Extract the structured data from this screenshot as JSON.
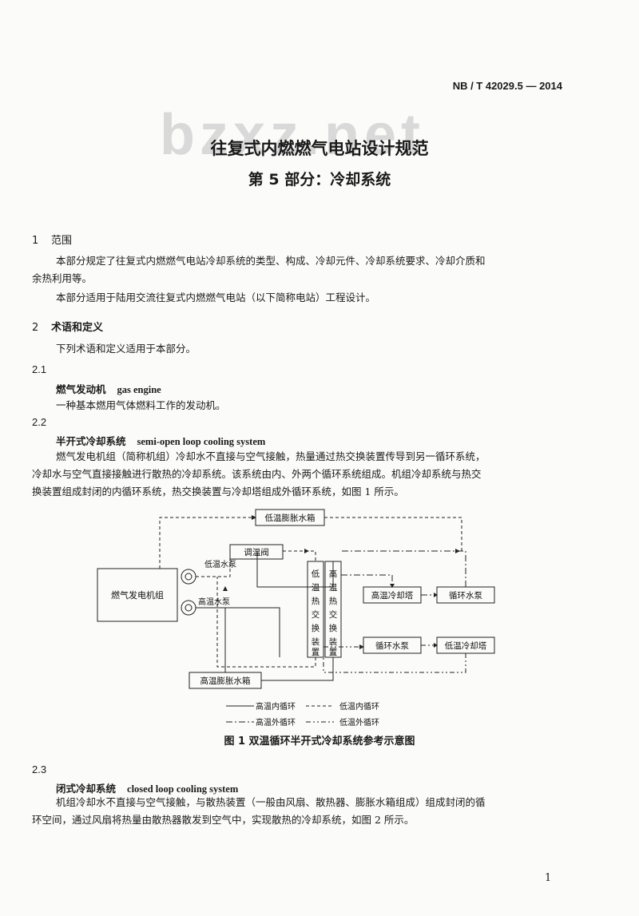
{
  "header": {
    "standard_number": "NB / T 42029.5 — 2014"
  },
  "watermark": "bzxz.net",
  "title": {
    "main": "往复式内燃燃气电站设计规范",
    "sub": "第 5 部分：冷却系统"
  },
  "sections": {
    "s1": {
      "num": "1",
      "heading": "范围",
      "p1_line1": "本部分规定了往复式内燃燃气电站冷却系统的类型、构成、冷却元件、冷却系统要求、冷却介质和",
      "p1_line2": "余热利用等。",
      "p2": "本部分适用于陆用交流往复式内燃燃气电站（以下简称电站）工程设计。"
    },
    "s2": {
      "num": "2",
      "heading": "术语和定义",
      "intro": "下列术语和定义适用于本部分。",
      "t21": {
        "num": "2.1",
        "zh": "燃气发动机",
        "en": "gas engine",
        "def": "一种基本燃用气体燃料工作的发动机。"
      },
      "t22": {
        "num": "2.2",
        "zh": "半开式冷却系统",
        "en": "semi-open loop cooling system",
        "def_line1": "燃气发电机组（简称机组）冷却水不直接与空气接触，热量通过热交换装置传导到另一循环系统，",
        "def_line2": "冷却水与空气直接接触进行散热的冷却系统。该系统由内、外两个循环系统组成。机组冷却系统与热交",
        "def_line3": "换装置组成封闭的内循环系统，热交换装置与冷却塔组成外循环系统，如图 1 所示。"
      },
      "t23": {
        "num": "2.3",
        "zh": "闭式冷却系统",
        "en": "closed loop cooling system",
        "def_line1": "机组冷却水不直接与空气接触，与散热装置（一般由风扇、散热器、膨胀水箱组成）组成封闭的循",
        "def_line2": "环空间，通过风扇将热量由散热器散发到空气中，实现散热的冷却系统，如图 2 所示。"
      }
    }
  },
  "figure1": {
    "boxes": {
      "low_exp_tank": "低温膨胀水箱",
      "valve": "调温阀",
      "genset": "燃气发电机组",
      "high_exp_tank": "高温膨胀水箱",
      "ht_cooling_tower": "高温冷却塔",
      "circ_pump_right": "循环水泵",
      "circ_pump_mid": "循环水泵",
      "lt_cooling_tower": "低温冷却塔",
      "low_hx_chars": [
        "低",
        "温",
        "热",
        "交",
        "换",
        "装",
        "置"
      ],
      "high_hx_chars": [
        "高",
        "温",
        "热",
        "交",
        "换",
        "装",
        "置"
      ]
    },
    "pump_labels": {
      "low": "低温水泵",
      "high": "高温水泵"
    },
    "legend": {
      "high_inner": "高温内循环",
      "low_inner": "低温内循环",
      "high_outer": "高温外循环",
      "low_outer": "低温外循环"
    },
    "caption": "图 1    双温循环半开式冷却系统参考示意图"
  },
  "page_number": "1"
}
